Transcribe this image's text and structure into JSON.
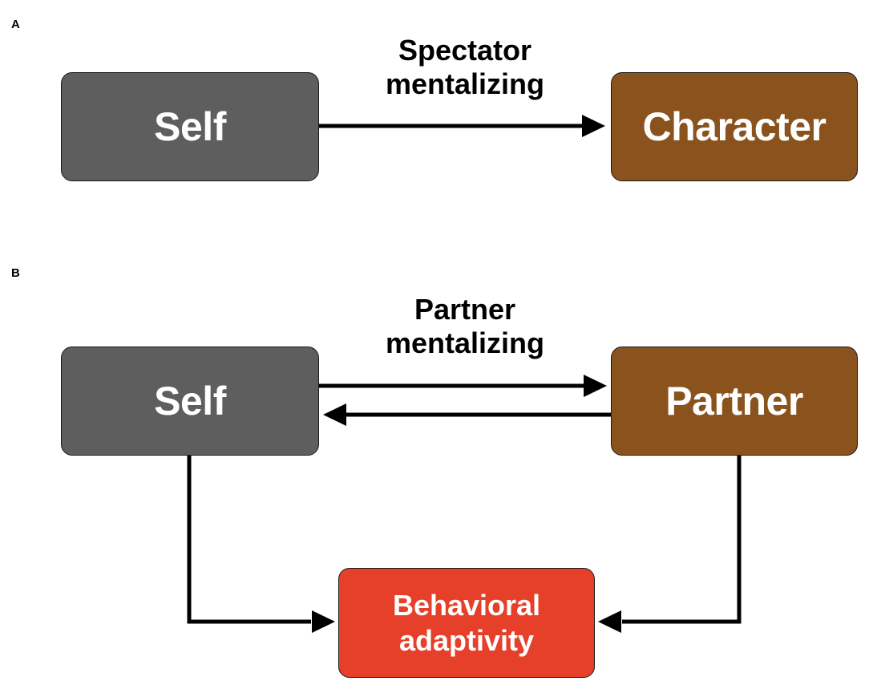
{
  "panel_a": {
    "letter": "A",
    "self_label": "Self",
    "target_label": "Character",
    "edge_label_line1": "Spectator",
    "edge_label_line2": "mentalizing"
  },
  "panel_b": {
    "letter": "B",
    "self_label": "Self",
    "partner_label": "Partner",
    "edge_label_line1": "Partner",
    "edge_label_line2": "mentalizing",
    "outcome_line1": "Behavioral",
    "outcome_line2": "adaptivity"
  },
  "colors": {
    "self_box": "#5e5e5e",
    "other_box": "#8a531e",
    "outcome_box": "#e6402a",
    "arrow": "#000000"
  }
}
